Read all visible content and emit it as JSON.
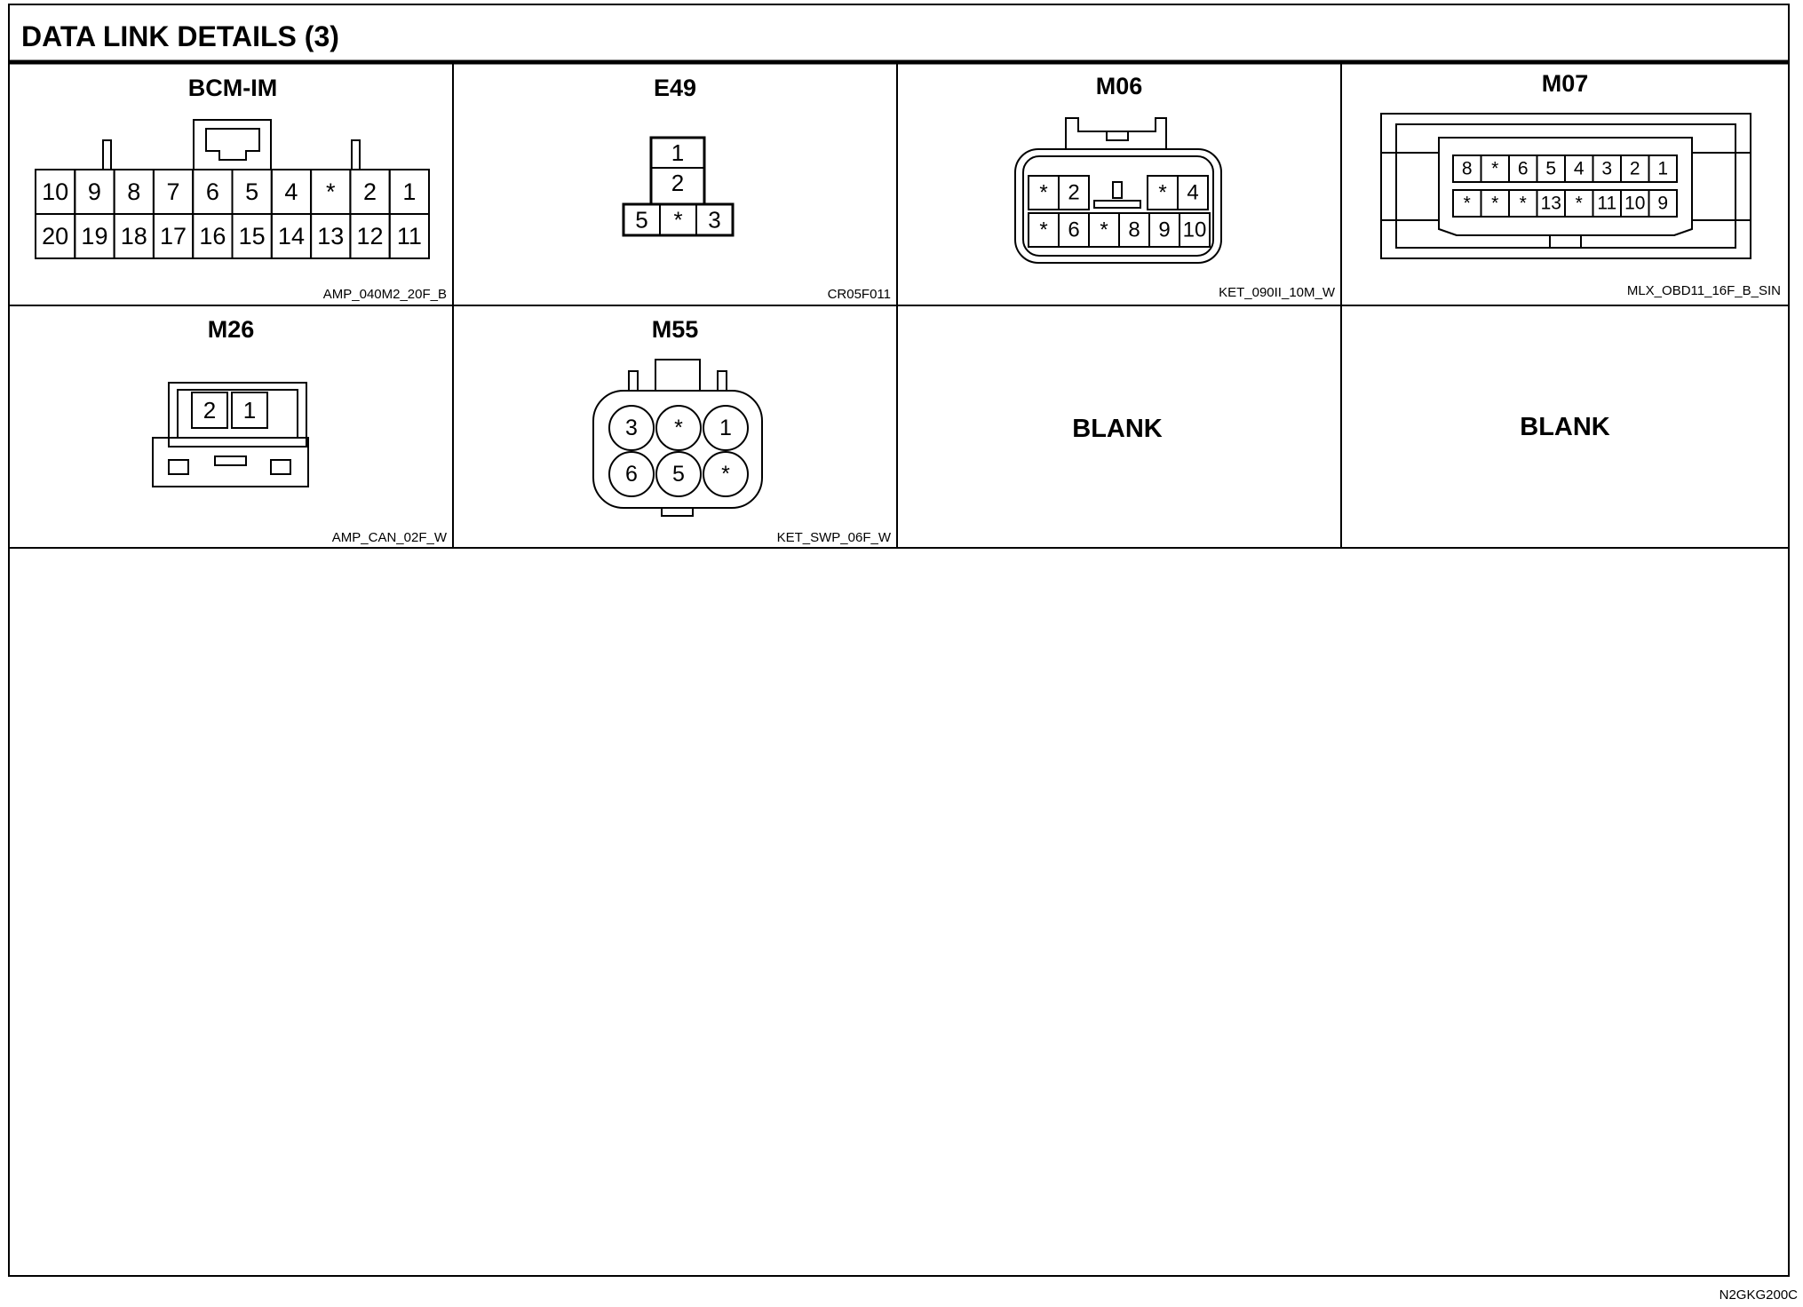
{
  "title": "DATA LINK DETAILS (3)",
  "doc_code": "N2GKG200C",
  "cells": [
    {
      "name": "BCM-IM",
      "part": "AMP_040M2_20F_B",
      "rows": [
        [
          "10",
          "9",
          "8",
          "7",
          "6",
          "5",
          "4",
          "*",
          "2",
          "1"
        ],
        [
          "20",
          "19",
          "18",
          "17",
          "16",
          "15",
          "14",
          "13",
          "12",
          "11"
        ]
      ]
    },
    {
      "name": "E49",
      "part": "CR05F011",
      "rows": [
        [
          "1"
        ],
        [
          "2"
        ],
        [
          "5",
          "*",
          "3"
        ]
      ]
    },
    {
      "name": "M06",
      "part": "KET_090II_10M_W",
      "rows": [
        [
          "*",
          "2",
          "*",
          "4"
        ],
        [
          "*",
          "6",
          "*",
          "8",
          "9",
          "10"
        ]
      ]
    },
    {
      "name": "M07",
      "part": "MLX_OBD11_16F_B_SIN",
      "rows": [
        [
          "8",
          "*",
          "6",
          "5",
          "4",
          "3",
          "2",
          "1"
        ],
        [
          "*",
          "*",
          "*",
          "13",
          "*",
          "11",
          "10",
          "9"
        ]
      ]
    },
    {
      "name": "M26",
      "part": "AMP_CAN_02F_W",
      "rows": [
        [
          "2",
          "1"
        ]
      ]
    },
    {
      "name": "M55",
      "part": "KET_SWP_06F_W",
      "rows": [
        [
          "3",
          "*",
          "1"
        ],
        [
          "6",
          "5",
          "*"
        ]
      ]
    },
    {
      "name": "",
      "part": "",
      "blank_label": "BLANK"
    },
    {
      "name": "",
      "part": "",
      "blank_label": "BLANK"
    }
  ]
}
